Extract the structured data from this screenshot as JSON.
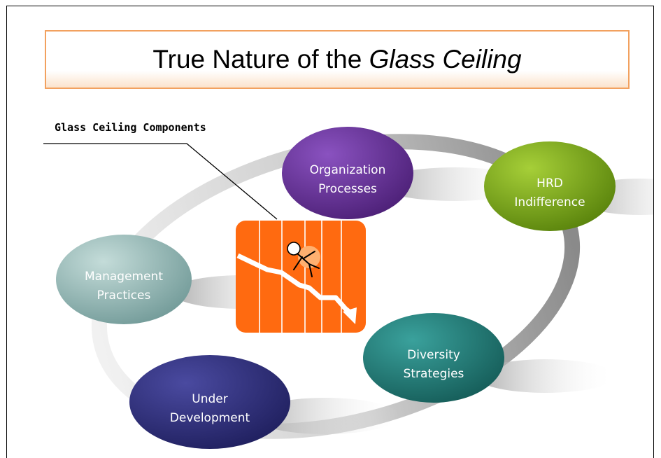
{
  "title": {
    "prefix": "True Nature of the ",
    "emphasis": "Glass Ceiling"
  },
  "components_label": "Glass Ceiling Components",
  "nodes": {
    "organization": {
      "line1": "Organization",
      "line2": "Processes",
      "color": "#5b2a86"
    },
    "hrd": {
      "line1": "HRD",
      "line2": "Indifference",
      "color": "#6f9c12"
    },
    "management": {
      "line1": "Management",
      "line2": "Practices",
      "color": "#8fb5b3"
    },
    "under_development": {
      "line1": "Under",
      "line2": "Development",
      "color": "#2a2a72"
    },
    "diversity": {
      "line1": "Diversity",
      "line2": "Strategies",
      "color": "#1f7470"
    }
  },
  "center_image": {
    "icon": "falling-person-chart-icon",
    "color": "#ff6a10"
  }
}
